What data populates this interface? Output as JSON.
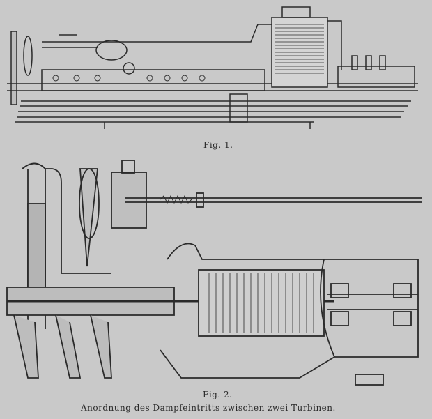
{
  "figures": [
    {
      "label": "Fig. 1."
    },
    {
      "label": "Fig. 2."
    }
  ],
  "caption": "Anordnung des Dampfeintritts zwischen zwei Turbinen."
}
